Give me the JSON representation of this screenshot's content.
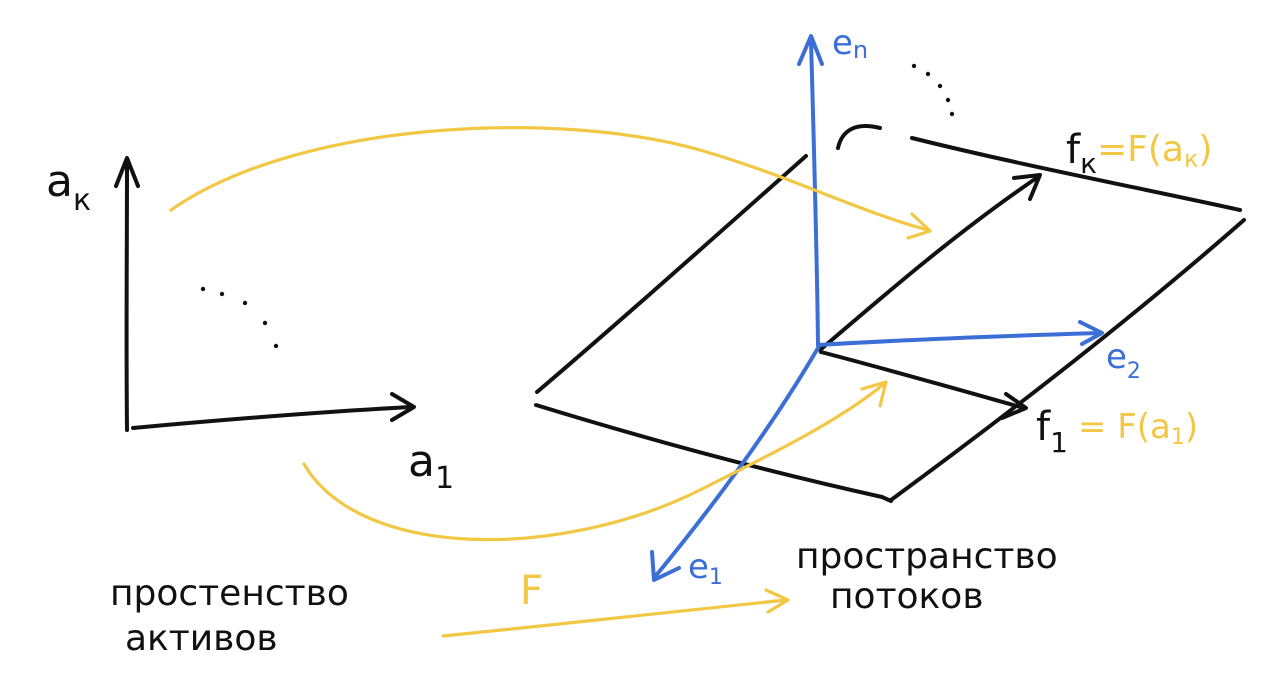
{
  "colors": {
    "ink": "#111111",
    "basis": "#3b6fd6",
    "mapping": "#f2c744"
  },
  "asset_space": {
    "axis_vertical_label": "a",
    "axis_vertical_sub": "к",
    "axis_horizontal_label": "a",
    "axis_horizontal_sub": "1",
    "caption_line1": "простенство",
    "caption_line2": "активов"
  },
  "flow_space": {
    "basis_top_label": "e",
    "basis_top_sub": "n",
    "basis_right_label": "e",
    "basis_right_sub": "2",
    "basis_front_label": "e",
    "basis_front_sub": "1",
    "vector_k_label": "f",
    "vector_k_sub": "к",
    "vector_k_eq": "=F(a",
    "vector_k_eq_sub": "к",
    "vector_k_eq_end": ")",
    "vector_1_label": "f",
    "vector_1_sub": "1",
    "vector_1_eq": "= F(a",
    "vector_1_eq_sub": "1",
    "vector_1_eq_end": ")",
    "caption_line1": "пространство",
    "caption_line2": "потоков"
  },
  "mapping": {
    "label": "F"
  }
}
